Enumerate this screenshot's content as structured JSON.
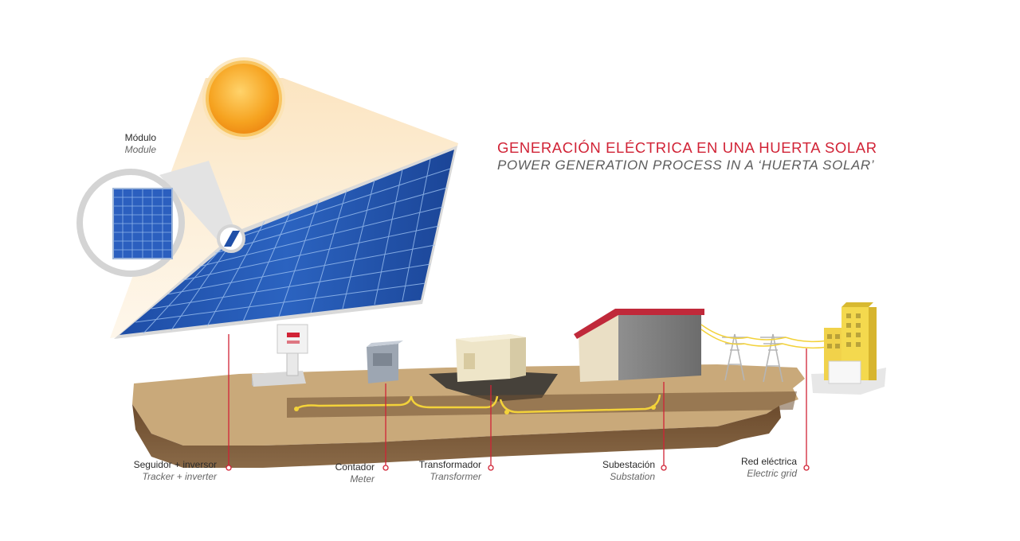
{
  "title": {
    "spanish": "GENERACIÓN ELÉCTRICA EN UNA HUERTA SOLAR",
    "english": "POWER GENERATION PROCESS IN A ‘HUERTA SOLAR’"
  },
  "labels": {
    "module": {
      "es": "Módulo",
      "en": "Module"
    },
    "tracker": {
      "es": "Seguidor + inversor",
      "en": "Tracker + inverter"
    },
    "meter": {
      "es": "Contador",
      "en": "Meter"
    },
    "transformer": {
      "es": "Transformador",
      "en": "Transformer"
    },
    "substation": {
      "es": "Subestación",
      "en": "Substation"
    },
    "grid": {
      "es": "Red eléctrica",
      "en": "Electric grid"
    }
  },
  "colors": {
    "accent_red": "#d12336",
    "panel_blue": "#1f4fa8",
    "sun_orange": "#f5a21c",
    "ground_tan": "#c9a97a",
    "cable_yellow": "#f3d23a"
  }
}
